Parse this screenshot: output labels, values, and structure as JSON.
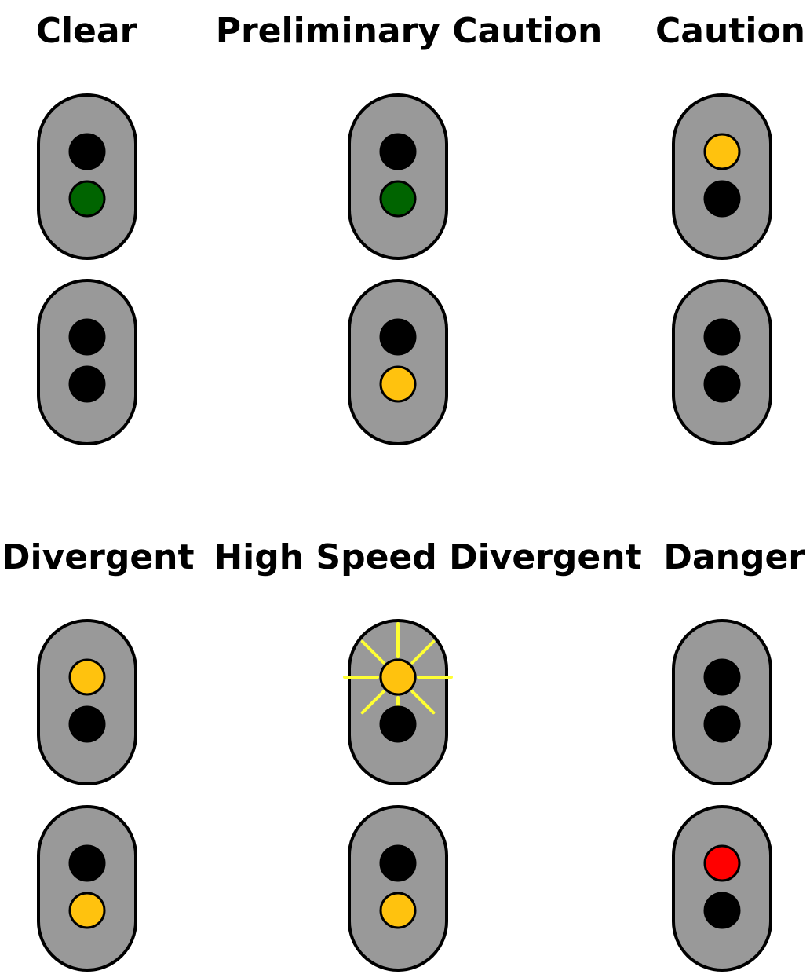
{
  "colors": {
    "background": "#ffffff",
    "head": "#999999",
    "outline": "#000000",
    "off": "#000000",
    "green": "#006400",
    "yellow": "#ffc20e",
    "red": "#ff0000",
    "flash": "#ffff33"
  },
  "aspects": [
    {
      "title": "Clear",
      "heads": [
        {
          "lamps": [
            "off",
            "green"
          ]
        },
        {
          "lamps": [
            "off",
            "off"
          ]
        }
      ]
    },
    {
      "title": "Preliminary Caution",
      "heads": [
        {
          "lamps": [
            "off",
            "green"
          ]
        },
        {
          "lamps": [
            "off",
            "yellow"
          ]
        }
      ]
    },
    {
      "title": "Caution",
      "heads": [
        {
          "lamps": [
            "yellow",
            "off"
          ]
        },
        {
          "lamps": [
            "off",
            "off"
          ]
        }
      ]
    },
    {
      "title": "Divergent",
      "heads": [
        {
          "lamps": [
            "yellow",
            "off"
          ]
        },
        {
          "lamps": [
            "off",
            "yellow"
          ]
        }
      ]
    },
    {
      "title": "High Speed Divergent",
      "heads": [
        {
          "lamps": [
            "yellow",
            "off"
          ],
          "flashing": [
            true,
            false
          ]
        },
        {
          "lamps": [
            "off",
            "yellow"
          ]
        }
      ]
    },
    {
      "title": "Danger",
      "heads": [
        {
          "lamps": [
            "off",
            "off"
          ]
        },
        {
          "lamps": [
            "red",
            "off"
          ]
        }
      ]
    }
  ]
}
